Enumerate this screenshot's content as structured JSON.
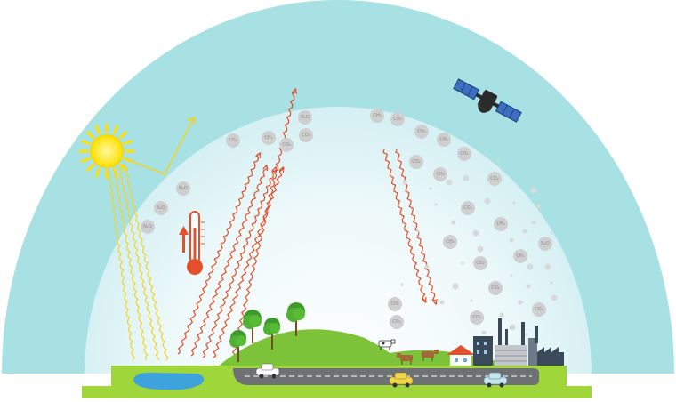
{
  "colors": {
    "sky_outer": "#a7e1e4",
    "sky_inner": "#e7f6f8",
    "ground": "#9fd63a",
    "hill": "#7cc33a",
    "road": "#6e7173",
    "water": "#3ea3dc",
    "sun": "#ffe100",
    "sun_rays": "#f2d32a",
    "heat_ray": "#e4502b",
    "molecule": "#cfcfcf",
    "molecule_text": "#8a8a8a",
    "thermometer": "#e4502b",
    "satellite_panel": "#3a6fc4"
  },
  "icons": {
    "sun": "sun-icon",
    "thermometer": "thermometer-icon",
    "up_arrow": "arrow-up-icon",
    "satellite": "satellite-icon",
    "factory": "factory-icon",
    "house": "house-icon",
    "tree": "tree-icon",
    "car": "car-icon",
    "cow": "cow-icon"
  },
  "molecules": {
    "co2": "CO₂",
    "ch4": "CH₄",
    "n2o": "N₂O"
  }
}
